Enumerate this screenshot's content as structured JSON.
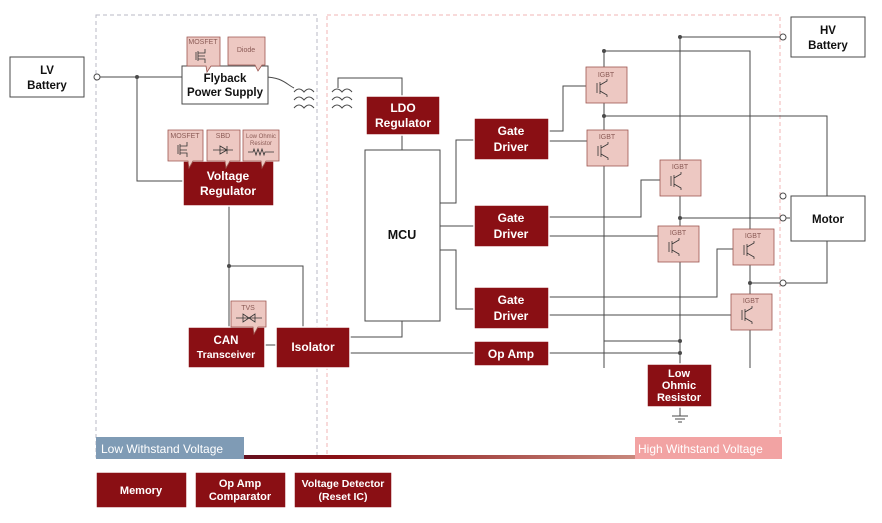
{
  "labels": {
    "lv_battery": [
      "LV",
      "Battery"
    ],
    "hv_battery": [
      "HV",
      "Battery"
    ],
    "motor": "Motor",
    "flyback": [
      "Flyback",
      "Power Supply"
    ],
    "voltage_regulator": [
      "Voltage",
      "Regulator"
    ],
    "can_transceiver": [
      "CAN",
      "Transceiver"
    ],
    "isolator": "Isolator",
    "ldo_regulator": [
      "LDO",
      "Regulator"
    ],
    "mcu": "MCU",
    "gate_driver_1": [
      "Gate",
      "Driver"
    ],
    "gate_driver_2": [
      "Gate",
      "Driver"
    ],
    "gate_driver_3": [
      "Gate",
      "Driver"
    ],
    "op_amp": "Op Amp",
    "low_ohmic_resistor": [
      "Low",
      "Ohmic",
      "Resistor"
    ]
  },
  "components": {
    "mosfet": "MOSFET",
    "diode": "Diode",
    "sbd": "SBD",
    "low_ohmic_resistor": [
      "Low Ohmic",
      "Resistor"
    ],
    "tvs": "TVS",
    "igbt": "IGBT"
  },
  "zones": {
    "low": "Low Withstand Voltage",
    "high": "High Withstand Voltage"
  },
  "colors": {
    "product_red": "#8a0f14",
    "component_pink": "#edc8c2",
    "low_band": "#7f9bb5",
    "high_band": "#f2a3a3"
  },
  "legend": {
    "memory": "Memory",
    "op_amp_comparator": [
      "Op Amp",
      "Comparator"
    ],
    "voltage_detector": [
      "Voltage Detector",
      "(Reset IC)"
    ]
  }
}
